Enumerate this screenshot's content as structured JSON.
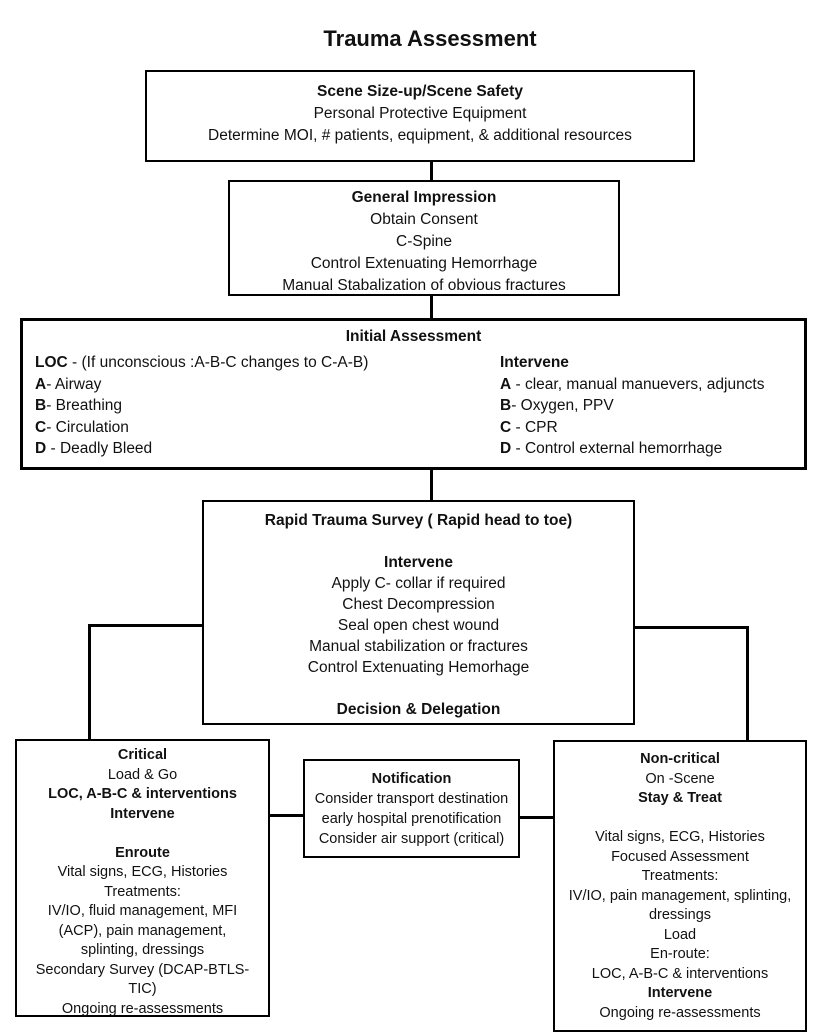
{
  "title": "Trauma Assessment",
  "boxes": {
    "scene": {
      "title": "Scene Size-up/Scene Safety",
      "lines": [
        "Personal Protective Equipment",
        "Determine MOI, # patients, equipment, & additional resources"
      ]
    },
    "general": {
      "title": "General Impression",
      "lines": [
        "Obtain Consent",
        "C-Spine",
        "Control Extenuating Hemorrhage",
        "Manual Stabalization of obvious fractures"
      ]
    },
    "initial": {
      "title": "Initial Assessment",
      "left": {
        "loc_prefix": "LOC",
        "loc_text": " -  (If unconscious :A-B-C changes to C-A-B)",
        "items": [
          {
            "prefix": "A",
            "text": "- Airway"
          },
          {
            "prefix": "B",
            "text": "- Breathing"
          },
          {
            "prefix": "C",
            "text": "- Circulation"
          },
          {
            "prefix": "D",
            "text": " - Deadly Bleed"
          }
        ]
      },
      "right": {
        "header": "Intervene",
        "items": [
          {
            "prefix": "A",
            "text": " - clear, manual manuevers, adjuncts"
          },
          {
            "prefix": "B",
            "text": "- Oxygen, PPV"
          },
          {
            "prefix": "C",
            "text": " - CPR"
          },
          {
            "prefix": "D",
            "text": " - Control external hemorrhage"
          }
        ]
      }
    },
    "rapid": {
      "title": "Rapid Trauma Survey ( Rapid head to toe)",
      "subtitle": "Intervene",
      "lines": [
        "Apply C- collar if required",
        "Chest Decompression",
        "Seal open chest wound",
        "Manual stabilization or fractures",
        "Control Extenuating Hemorhage"
      ],
      "footer": "Decision & Delegation"
    },
    "critical": {
      "lines": [
        "Critical",
        "Load & Go",
        "LOC, A-B-C & interventions",
        "Intervene",
        "",
        "Enroute",
        "Vital signs, ECG, Histories",
        "Treatments:",
        "IV/IO, fluid management, MFI",
        "(ACP), pain management,",
        "splinting, dressings",
        "Secondary Survey (DCAP-BTLS-",
        "TIC)",
        "Ongoing re-assessments"
      ]
    },
    "notification": {
      "title": "Notification",
      "lines": [
        "Consider transport destination",
        "early hospital prenotification",
        "Consider air support  (critical)"
      ]
    },
    "noncritical": {
      "lines": [
        "Non-critical",
        "On -Scene",
        "Stay & Treat",
        "",
        "Vital signs, ECG, Histories",
        "Focused Assessment",
        "Treatments:",
        "IV/IO, pain management, splinting,",
        "dressings",
        "Load",
        "En-route:",
        "LOC, A-B-C & interventions",
        "Intervene",
        "Ongoing re-assessments"
      ]
    }
  },
  "colors": {
    "background": "#ffffff",
    "line": "#000000",
    "text": "#111111"
  }
}
